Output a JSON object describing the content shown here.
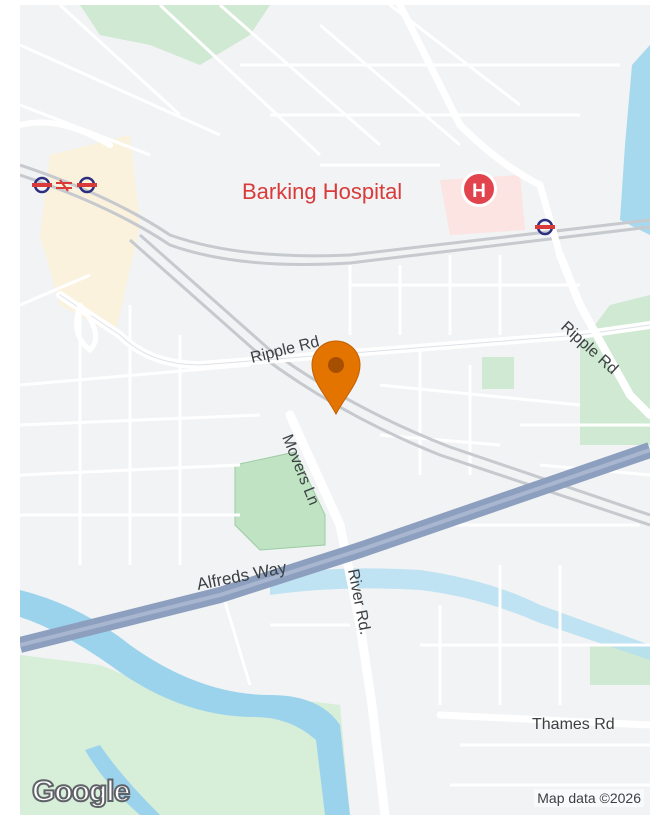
{
  "map": {
    "poi": {
      "hospital": {
        "name": "Barking Hospital",
        "icon": "hospital-icon",
        "icon_letter": "H",
        "color": "#d93a3a"
      }
    },
    "roads": {
      "ripple_rd_west": "Ripple Rd",
      "ripple_rd_east": "Ripple Rd",
      "movers_ln": "Movers Ln",
      "river_rd": "River Rd.",
      "alfreds_way": "Alfreds Way",
      "thames_rd": "Thames Rd"
    },
    "marker": {
      "icon": "map-pin-icon",
      "color": "#e37400"
    },
    "transit_icons": [
      "underground-roundel-icon",
      "rail-icon",
      "underground-roundel-icon"
    ],
    "colors": {
      "park": "#c8e6c9",
      "water": "#9cd3ec",
      "highway": "#8d9fbf",
      "road": "#ffffff",
      "rail": "#c9ccd1"
    }
  },
  "footer": {
    "logo": "Google",
    "attribution": "Map data ©2026"
  }
}
